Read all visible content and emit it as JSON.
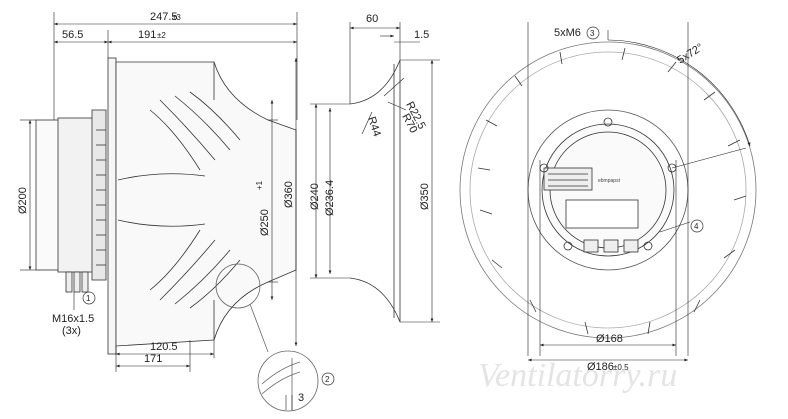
{
  "watermark": "Ventilatorry.ru",
  "side_view": {
    "overall_width": "247.5",
    "overall_width_tol": "±3",
    "motor_offset": "56.5",
    "impeller_width": "191",
    "impeller_width_tol": "±2",
    "motor_diameter": "Ø200",
    "inlet_diameter": "Ø250",
    "inlet_diameter_tol": "+1",
    "outer_diameter": "Ø360",
    "depth_short": "120.5",
    "depth_long": "171",
    "cable_gland": "M16x1.5",
    "cable_gland_count": "(3x)",
    "detail_gap": "3"
  },
  "nozzle_view": {
    "width": "60",
    "lip": "1.5",
    "r1": "R22.5",
    "r2": "R70",
    "r3": "R44",
    "d_inner": "Ø240",
    "d_throat": "Ø236.4",
    "d_outer": "Ø350"
  },
  "front_view": {
    "bolts": "5xM6",
    "blade_angle": "5x72°",
    "pcd_small": "Ø168",
    "pcd_large": "Ø186",
    "pcd_large_tol": "±0.5",
    "brand": "ebmpapst"
  },
  "callouts": [
    "1",
    "2",
    "3",
    "4"
  ]
}
